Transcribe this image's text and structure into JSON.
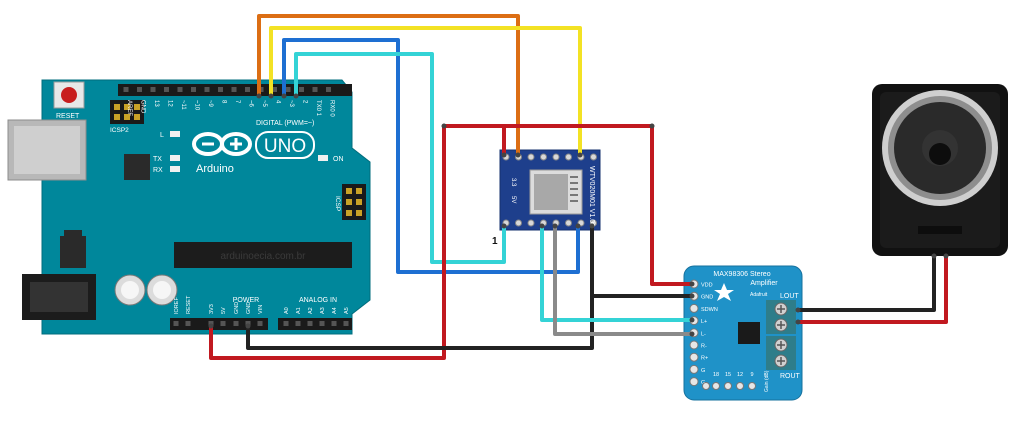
{
  "arduino": {
    "reset_label": "RESET",
    "icsp2_label": "ICSP2",
    "icsp_label": "ICSP",
    "aref_label": "AREF",
    "gnd_label": "GND",
    "digital_pins": [
      "13",
      "12",
      "~11",
      "~10",
      "~9",
      "8",
      "7",
      "~6",
      "~5",
      "4",
      "~3",
      "2",
      "TX0 1",
      "RX0 0"
    ],
    "digital_label": "DIGITAL (PWM=~)",
    "led_l": "L",
    "led_tx": "TX",
    "led_rx": "RX",
    "led_on": "ON",
    "brand": "Arduino",
    "model": "UNO",
    "watermark": "arduinoecia.com.br",
    "power_label": "POWER",
    "analog_label": "ANALOG IN",
    "power_pins": [
      "IOREF",
      "RESET",
      "3V3",
      "5V",
      "GND",
      "GND",
      "VIN"
    ],
    "analog_pins": [
      "A0",
      "A1",
      "A2",
      "A3",
      "A4",
      "A5"
    ]
  },
  "sound_module": {
    "chip_label": "WTV020M01 V1.00",
    "v33_label": "3.3",
    "v5_label": "5V",
    "pin1_label": "1"
  },
  "amplifier": {
    "title_line1": "MAX98306 Stereo",
    "title_line2": "Amplifier",
    "brand": "Adafruit",
    "pins_left": [
      "VDD",
      "GND",
      "SDWN",
      "L+",
      "L-",
      "R-",
      "R+",
      "G",
      "G"
    ],
    "lout": "LOUT",
    "rout": "ROUT",
    "gain_values": [
      "18",
      "15",
      "12",
      "9"
    ],
    "gain_label": "Gain (dB)"
  },
  "colors": {
    "board_blue": "#00879b",
    "module_blue": "#1e3f8c",
    "amp_blue": "#1f92c8",
    "wire_red": "#c11920",
    "wire_black": "#222222",
    "wire_orange": "#dc6e14",
    "wire_yellow": "#f3e224",
    "wire_blue": "#1e6fd2",
    "wire_cyan": "#34d3d6",
    "wire_gray": "#8a8a8a"
  }
}
